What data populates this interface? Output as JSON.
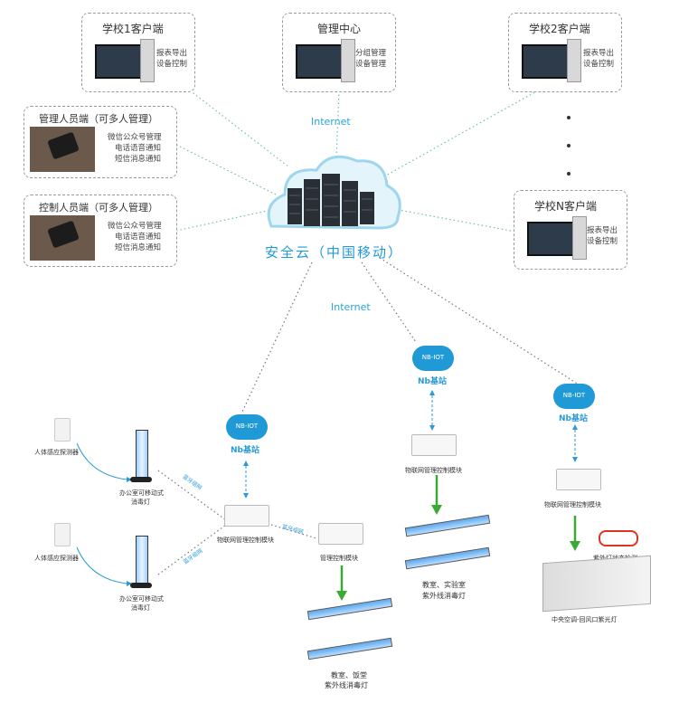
{
  "cloud": {
    "name": "安全云（中国移动）"
  },
  "internet_top": "Internet",
  "internet_bottom": "Internet",
  "clients": {
    "school1": {
      "title": "学校1客户端",
      "lines": [
        "报表导出",
        "设备控制"
      ]
    },
    "center": {
      "title": "管理中心",
      "lines": [
        "分组管理",
        "设备管理"
      ]
    },
    "school2": {
      "title": "学校2客户端",
      "lines": [
        "报表导出",
        "设备控制"
      ]
    },
    "schoolN": {
      "title": "学校N客户端",
      "lines": [
        "报表导出",
        "设备控制"
      ]
    }
  },
  "mobiles": {
    "manager": {
      "title": "管理人员端（可多人管理）",
      "lines": [
        "微信公众号管理",
        "电话语音通知",
        "短信消息通知"
      ]
    },
    "controller": {
      "title": "控制人员端（可多人管理）",
      "lines": [
        "微信公众号管理",
        "电话语音通知",
        "短信消息通知"
      ]
    }
  },
  "nbiot": {
    "cloud_label": "NB-IOT",
    "station": "Nb基站"
  },
  "devices": {
    "sensor": "人体感应探测器",
    "mobile_lamp": [
      "办公室可移动式",
      "消毒灯"
    ],
    "iot_module": "物联网管理控制模块",
    "mgmt_module": "管理控制模块",
    "bluetooth": "蓝牙组网",
    "classroom_canteen": [
      "教室、饭堂",
      "紫外线消毒灯"
    ],
    "classroom_lab": [
      "教室、实验室",
      "紫外线消毒灯"
    ],
    "uv_detect": "紫外灯状态检测",
    "central_ac": "中央空调-回风口紫光灯"
  },
  "colors": {
    "accent": "#1f9ad6",
    "green": "#3aa935",
    "dotted": "#7fc7c0"
  }
}
